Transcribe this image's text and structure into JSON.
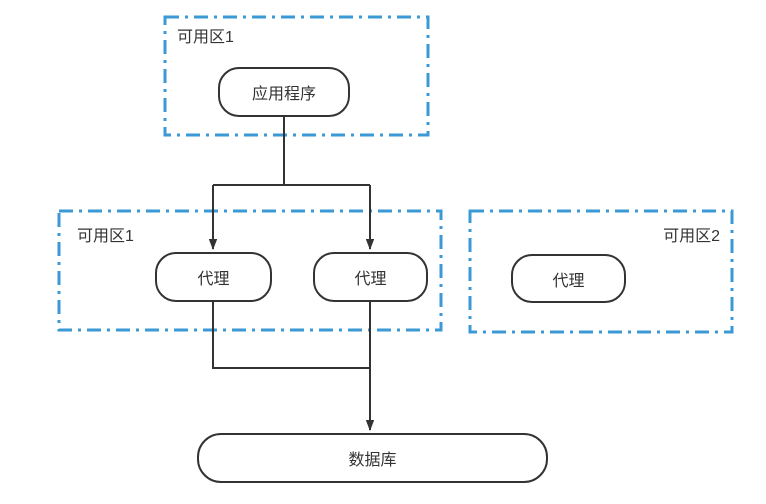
{
  "colors": {
    "background": "#ffffff",
    "zone_border": "#3b99d6",
    "edge": "#333333",
    "node_border": "#333333",
    "node_fill": "#ffffff",
    "text": "#333333"
  },
  "zones": [
    {
      "id": "zone-top",
      "label": "可用区1",
      "label_position": "top-left"
    },
    {
      "id": "zone-left",
      "label": "可用区1",
      "label_position": "top-left"
    },
    {
      "id": "zone-right",
      "label": "可用区2",
      "label_position": "top-right"
    }
  ],
  "nodes": {
    "app": {
      "label": "应用程序",
      "zone": "zone-top"
    },
    "proxy_a": {
      "label": "代理",
      "zone": "zone-left"
    },
    "proxy_b": {
      "label": "代理",
      "zone": "zone-left"
    },
    "proxy_c": {
      "label": "代理",
      "zone": "zone-right"
    },
    "database": {
      "label": "数据库",
      "zone": null
    }
  },
  "edges": [
    {
      "from": "app",
      "to": "proxy_a",
      "arrow": true
    },
    {
      "from": "app",
      "to": "proxy_b",
      "arrow": true
    },
    {
      "from": "proxy_a",
      "to": "database",
      "arrow": false
    },
    {
      "from": "proxy_b",
      "to": "database",
      "arrow": true
    }
  ]
}
